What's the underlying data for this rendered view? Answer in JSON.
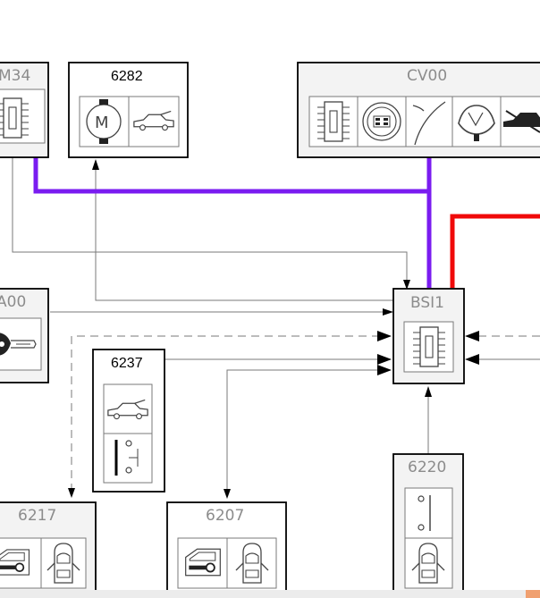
{
  "modules": {
    "m34": {
      "label": "M34"
    },
    "m6282": {
      "label": "6282"
    },
    "cv00": {
      "label": "CV00"
    },
    "a00": {
      "label": "A00"
    },
    "bsi1": {
      "label": "BSI1"
    },
    "m6237": {
      "label": "6237"
    },
    "m6220": {
      "label": "6220"
    },
    "m6217": {
      "label": "6217"
    },
    "m6207": {
      "label": "6207"
    }
  },
  "colors": {
    "can_bus": "#7a1cf0",
    "power_feed": "#f00a0a",
    "wire": "#7a7a7a",
    "module_border": "#000000"
  },
  "icons": {
    "m34": [
      "ecu-chip-icon"
    ],
    "m6282": [
      "motor-icon",
      "car-trunk-icon"
    ],
    "cv00": [
      "ecu-chip-icon",
      "steering-switch-icon",
      "wiper-arc-icon",
      "headlamp-icon",
      "car-trunk-icon"
    ],
    "a00": [
      "key-icon"
    ],
    "bsi1": [
      "ecu-chip-icon"
    ],
    "m6237": [
      "car-trunk-icon",
      "switch-contact-icon"
    ],
    "m6220": [
      "switch-contact-icon",
      "car-top-view-icon"
    ],
    "m6217": [
      "door-lock-icon",
      "car-top-view-icon"
    ],
    "m6207": [
      "door-lock-icon",
      "car-top-view-icon"
    ]
  }
}
